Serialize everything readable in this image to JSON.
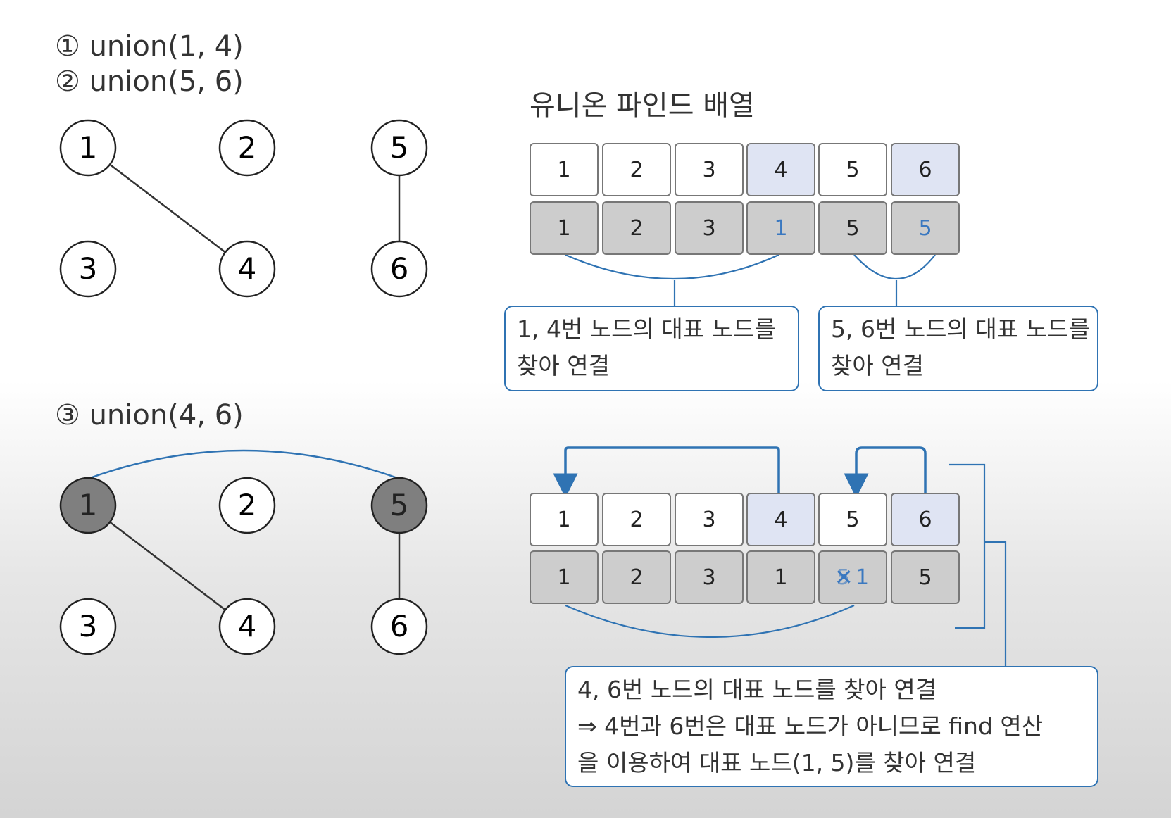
{
  "steps": [
    {
      "label": "① union(1, 4)"
    },
    {
      "label": "② union(5, 6)"
    },
    {
      "label": "③ union(4, 6)"
    }
  ],
  "graph_nodes": [
    "1",
    "2",
    "3",
    "4",
    "5",
    "6"
  ],
  "array_title": "유니온 파인드 배열",
  "array1": {
    "index": [
      "1",
      "2",
      "3",
      "4",
      "5",
      "6"
    ],
    "value": [
      "1",
      "2",
      "3",
      "1",
      "5",
      "5"
    ]
  },
  "array2": {
    "index": [
      "1",
      "2",
      "3",
      "4",
      "5",
      "6"
    ],
    "value": [
      "1",
      "2",
      "3",
      "1",
      "1",
      "5"
    ],
    "crossed_value": "5"
  },
  "callouts": {
    "c1": {
      "line1": "1, 4번 노드의 대표 노드를",
      "line2": "찾아 연결"
    },
    "c2": {
      "line1": "5, 6번 노드의 대표 노드를",
      "line2": "찾아 연결"
    },
    "c3": {
      "line1": "4, 6번 노드의 대표 노드를 찾아 연결",
      "line2": "⇒ 4번과 6번은 대표 노드가 아니므로 find 연산",
      "line3": "을 이용하여 대표 노드(1, 5)를 찾아 연결"
    }
  },
  "colors": {
    "accent": "#2f73b3",
    "highlight_cell": "#dfe4f3",
    "value_cell": "#cdcdcd",
    "root_node": "#7f7f7f"
  }
}
